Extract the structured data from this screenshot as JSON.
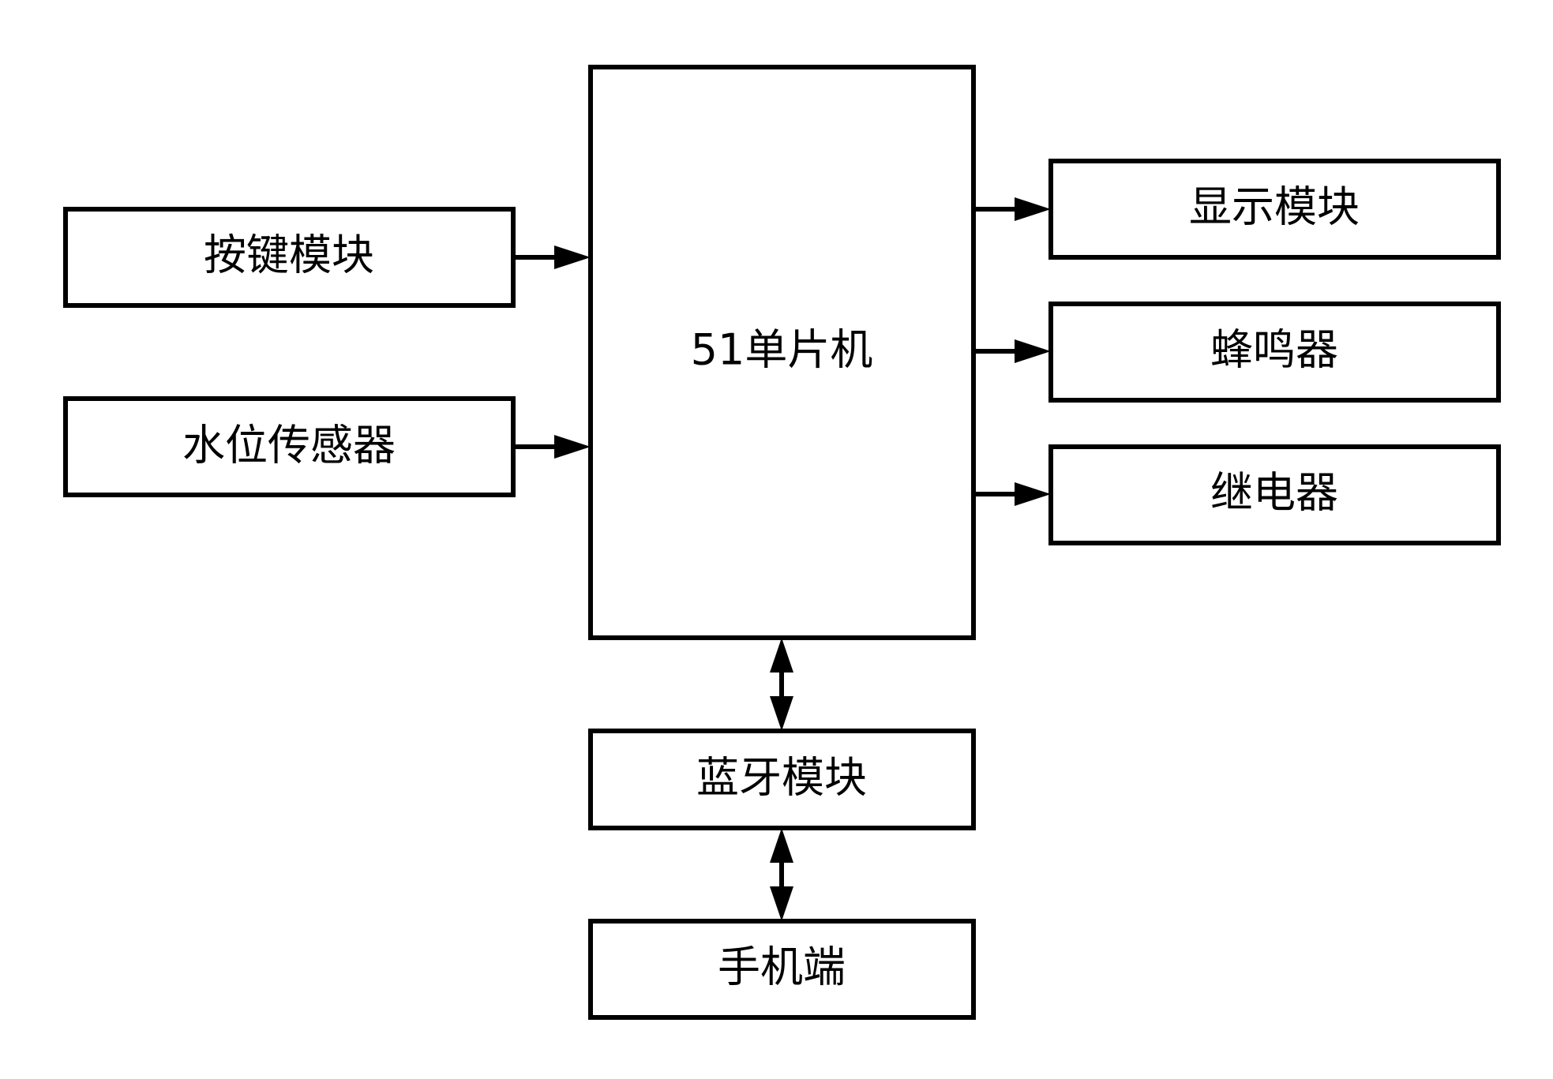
{
  "blocks": {
    "mcu": "51单片机",
    "keypad": "按键模块",
    "water_sensor": "水位传感器",
    "display": "显示模块",
    "buzzer": "蜂鸣器",
    "relay": "继电器",
    "bluetooth": "蓝牙模块",
    "phone": "手机端"
  },
  "connections": [
    {
      "from": "keypad",
      "to": "mcu",
      "direction": "one-way"
    },
    {
      "from": "water_sensor",
      "to": "mcu",
      "direction": "one-way"
    },
    {
      "from": "mcu",
      "to": "display",
      "direction": "one-way"
    },
    {
      "from": "mcu",
      "to": "buzzer",
      "direction": "one-way"
    },
    {
      "from": "mcu",
      "to": "relay",
      "direction": "one-way"
    },
    {
      "from": "mcu",
      "to": "bluetooth",
      "direction": "two-way"
    },
    {
      "from": "bluetooth",
      "to": "phone",
      "direction": "two-way"
    }
  ],
  "colors": {
    "stroke": "#000000",
    "background": "#ffffff"
  }
}
